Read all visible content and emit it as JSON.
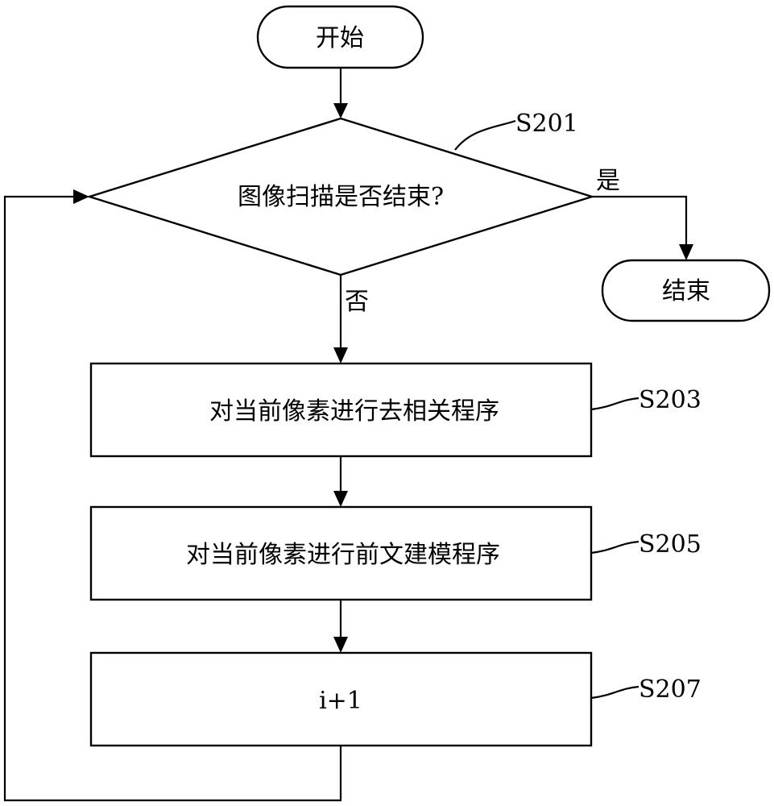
{
  "flowchart": {
    "start": {
      "label": "开始"
    },
    "decision": {
      "label": "图像扫描是否结束?",
      "step": "S201",
      "yes_label": "是",
      "no_label": "否"
    },
    "end": {
      "label": "结束"
    },
    "process1": {
      "label": "对当前像素进行去相关程序",
      "step": "S203"
    },
    "process2": {
      "label": "对当前像素进行前文建模程序",
      "step": "S205"
    },
    "process3": {
      "label": "i+1",
      "step": "S207"
    }
  }
}
